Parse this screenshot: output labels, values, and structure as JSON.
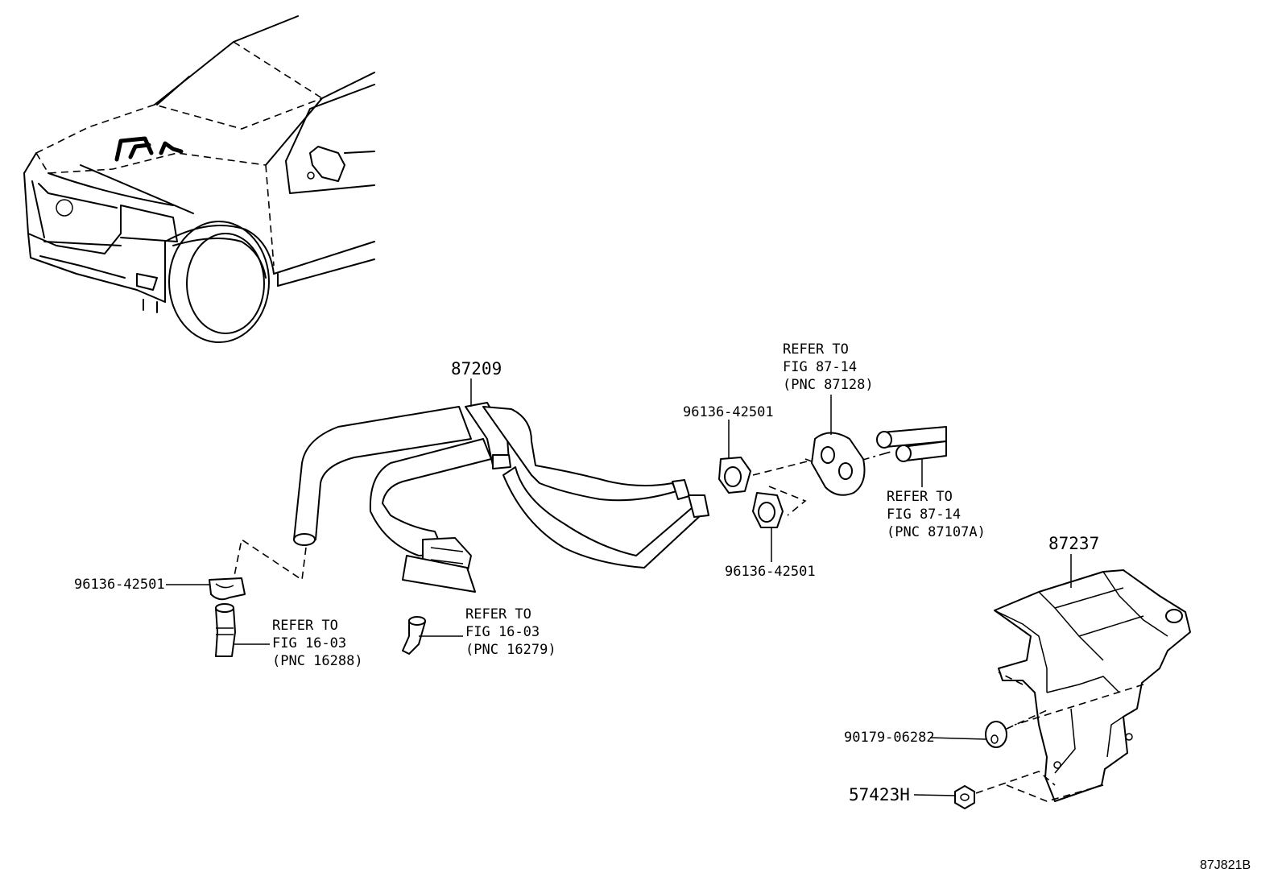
{
  "labels": {
    "hose_87209": "87209",
    "bracket_87237": "87237",
    "clamp_left": "96136-42501",
    "clamp_top": "96136-42501",
    "clamp_bottom": "96136-42501",
    "washer": "90179-06282",
    "nut": "57423H",
    "refer_87128": [
      "REFER TO",
      "FIG 87-14",
      "(PNC 87128)"
    ],
    "refer_87107a": [
      "REFER TO",
      "FIG 87-14",
      "(PNC 87107A)"
    ],
    "refer_16288": [
      "REFER TO",
      "FIG 16-03",
      "(PNC 16288)"
    ],
    "refer_16279": [
      "REFER TO",
      "FIG 16-03",
      "(PNC 16279)"
    ],
    "figure_code": "87J821B"
  }
}
